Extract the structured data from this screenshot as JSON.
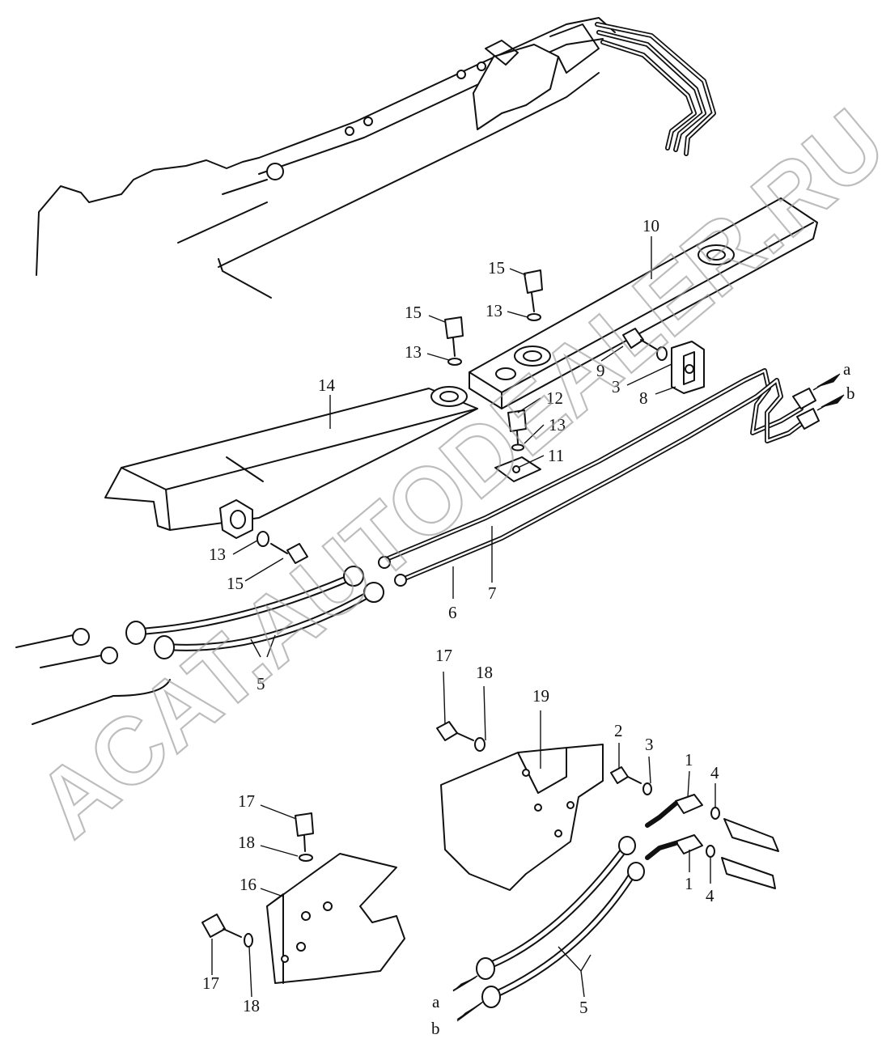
{
  "watermark": {
    "text": "ACAT.AUTODEALER.RU"
  },
  "callouts": {
    "c1a": "1",
    "c1b": "1",
    "c2": "2",
    "c3a": "3",
    "c3b": "3",
    "c4a": "4",
    "c4b": "4",
    "c5a": "5",
    "c5b": "5",
    "c6": "6",
    "c7": "7",
    "c8": "8",
    "c9": "9",
    "c10": "10",
    "c11": "11",
    "c12": "12",
    "c13a": "13",
    "c13b": "13",
    "c13c": "13",
    "c13d": "13",
    "c14": "14",
    "c15a": "15",
    "c15b": "15",
    "c15c": "15",
    "c16": "16",
    "c17a": "17",
    "c17b": "17",
    "c18a": "18",
    "c18b": "18",
    "c18c": "18",
    "c19": "19"
  },
  "port_labels": {
    "a_top": "a",
    "b_top": "b",
    "a_bottom": "a",
    "b_bottom": "b"
  }
}
